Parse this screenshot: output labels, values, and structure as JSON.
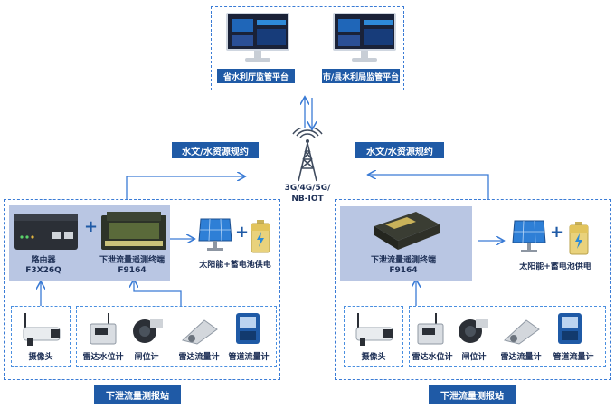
{
  "platform": {
    "provincial_label": "省水利厅监管平台",
    "city_label": "市/县水利局监管平台"
  },
  "protocol": {
    "left_label": "水文/水资源规约",
    "right_label": "水文/水资源规约"
  },
  "network": {
    "line1": "3G/4G/5G/",
    "line2": "NB-IOT"
  },
  "left_station": {
    "router_label_1": "路由器",
    "router_label_2": "F3X26Q",
    "terminal_label_1": "下泄流量遥测终端",
    "terminal_label_2": "F9164",
    "power_label": "太阳能+蓄电池供电",
    "sensors": [
      "摄像头",
      "雷达水位计",
      "闸位计",
      "雷达流量计",
      "管道流量计"
    ],
    "footer": "下泄流量测报站"
  },
  "right_station": {
    "terminal_label_1": "下泄流量遥测终端",
    "terminal_label_2": "F9164",
    "power_label": "太阳能+蓄电池供电",
    "sensors": [
      "摄像头",
      "雷达水位计",
      "闸位计",
      "雷达流量计",
      "管道流量计"
    ],
    "footer": "下泄流量测报站"
  },
  "colors": {
    "accent": "#1f5aa6",
    "dash": "#3a7bd5",
    "panel": "#b9c6e3"
  },
  "icons": {
    "tower": "signal-tower-icon",
    "solar": "solar-panel-icon",
    "battery": "battery-icon"
  }
}
